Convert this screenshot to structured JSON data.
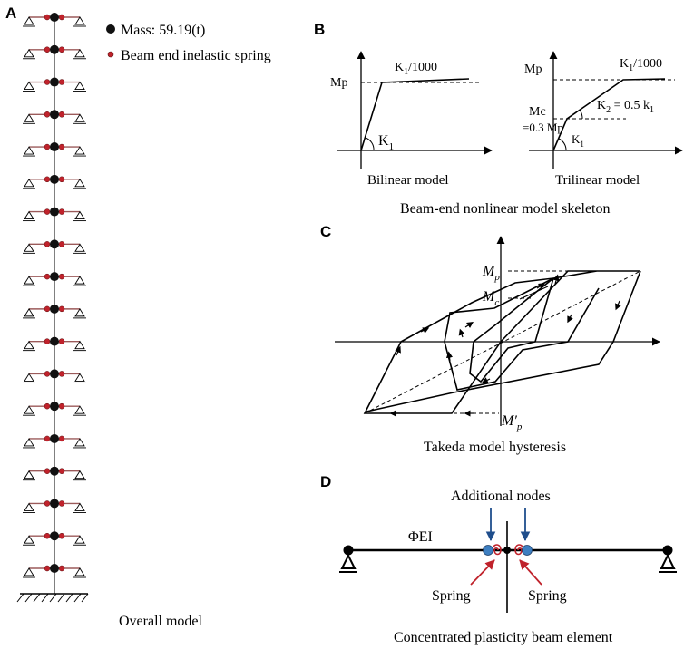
{
  "panels": {
    "a": {
      "letter": "A",
      "legend_mass": "Mass: 59.19(t)",
      "legend_spring": "Beam end inelastic spring",
      "caption": "Overall model",
      "story_count": 18
    },
    "b": {
      "letter": "B",
      "bilinear": {
        "mp": "Mp",
        "slope_label": "K",
        "slope_sub": "1",
        "post_label": "K",
        "post_sub": "1",
        "post_tail": "/1000",
        "caption": "Bilinear model"
      },
      "trilinear": {
        "mp": "Mp",
        "mc": "Mc",
        "mc_value": "=0.3 Mp",
        "k1": "K",
        "k1_sub": "1",
        "k2": "K",
        "k2_sub": "2",
        "k2_tail": " = 0.5 k",
        "k2_tail_sub": "1",
        "post_label": "K",
        "post_sub": "1",
        "post_tail": "/1000",
        "caption": "Trilinear model"
      },
      "caption": "Beam-end nonlinear model skeleton"
    },
    "c": {
      "letter": "C",
      "mp": "M",
      "mp_sub": "p",
      "mc": "M",
      "mc_sub": "c",
      "mpn": "M′",
      "mpn_sub": "p",
      "caption": "Takeda model hysteresis"
    },
    "d": {
      "letter": "D",
      "additional_nodes": "Additional nodes",
      "phi_ei": "ΦEI",
      "spring_left": "Spring",
      "spring_right": "Spring",
      "caption": "Concentrated plasticity beam element"
    }
  },
  "colors": {
    "line": "#000000",
    "mass": "#111111",
    "spring": "#c0222b",
    "beam": "#9b5a5a",
    "node_blue": "#3e7fc1",
    "arrow_blue": "#1f4e8c",
    "arrow_red": "#c0222b"
  }
}
